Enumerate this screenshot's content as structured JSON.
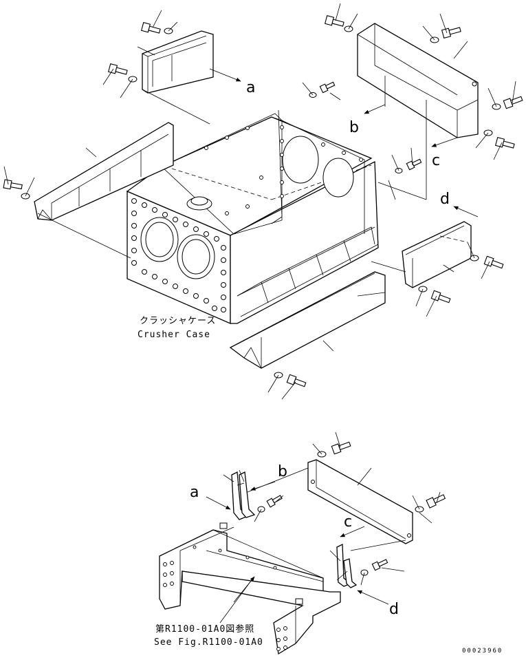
{
  "callouts": {
    "a_upper": "a",
    "b_upper": "b",
    "c_upper": "c",
    "d_upper": "d",
    "a_lower": "a",
    "b_lower": "b",
    "c_lower": "c",
    "d_lower": "d"
  },
  "labels": {
    "crusher_case_jp": "クラッシャケース",
    "crusher_case_en": "Crusher Case",
    "see_fig_jp": "第R1100-01A0図参照",
    "see_fig_en": "See Fig.R1100-01A0"
  },
  "drawing_number": "00023960"
}
